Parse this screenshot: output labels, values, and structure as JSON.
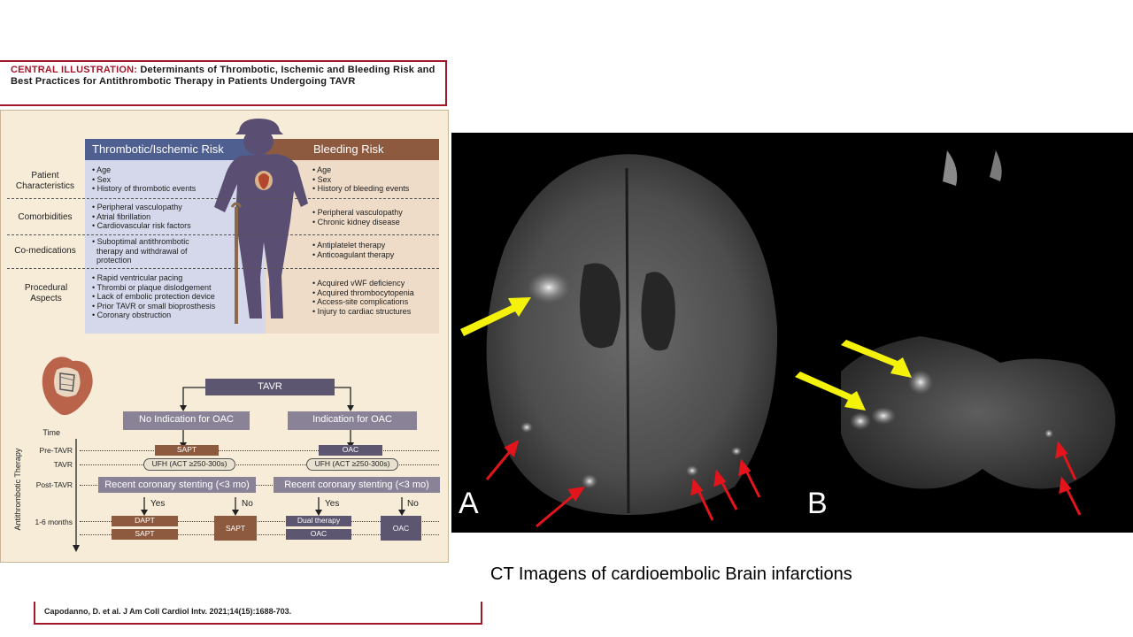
{
  "title": {
    "prefix": "CENTRAL ILLUSTRATION:",
    "text": "Determinants of Thrombotic, Ischemic and Bleeding Risk and Best Practices for Antithrombotic Therapy in Patients Undergoing TAVR"
  },
  "risk_table": {
    "header_left": "Thrombotic/Ischemic Risk",
    "header_right": "Bleeding Risk",
    "rows": [
      {
        "label": "Patient Characteristics",
        "left": [
          "• Age",
          "• Sex",
          "• History of thrombotic events"
        ],
        "right": [
          "• Age",
          "• Sex",
          "• History of bleeding events"
        ]
      },
      {
        "label": "Comorbidities",
        "left": [
          "• Peripheral vasculopathy",
          "• Atrial fibrillation",
          "• Cardiovascular risk factors"
        ],
        "right": [
          "• Peripheral vasculopathy",
          "• Chronic kidney disease"
        ]
      },
      {
        "label": "Co-medications",
        "left": [
          "• Suboptimal antithrombotic",
          "  therapy and withdrawal of",
          "  protection"
        ],
        "right": [
          "• Antiplatelet therapy",
          "• Anticoagulant therapy"
        ]
      },
      {
        "label": "Procedural Aspects",
        "left": [
          "• Rapid ventricular pacing",
          "• Thrombi or plaque dislodgement",
          "• Lack of embolic protection device",
          "• Prior TAVR or small bioprosthesis",
          "• Coronary obstruction"
        ],
        "right": [
          "• Acquired vWF deficiency",
          "• Acquired thrombocytopenia",
          "• Access-site complications",
          "• Injury to cardiac structures"
        ]
      }
    ]
  },
  "flow": {
    "tavr": "TAVR",
    "no_indication": "No Indication for OAC",
    "indication": "Indication for OAC",
    "axis_label": "Antithrombotic Therapy",
    "time_label": "Time",
    "time_rows": [
      "Pre-TAVR",
      "TAVR",
      "Post-TAVR",
      "1-6 months"
    ],
    "left_pre": "SAPT",
    "right_pre": "OAC",
    "left_tavr": "UFH (ACT ≥250-300s)",
    "right_tavr": "UFH (ACT ≥250-300s)",
    "left_post": "Recent coronary stenting (<3 mo)",
    "right_post": "Recent coronary stenting (<3 mo)",
    "yes": "Yes",
    "no": "No",
    "left_yes_1": "DAPT",
    "left_yes_2": "SAPT",
    "left_no": "SAPT",
    "right_yes_1": "Dual therapy",
    "right_yes_2": "OAC",
    "right_no": "OAC"
  },
  "ct": {
    "label_a": "A",
    "label_b": "B"
  },
  "caption": "CT Imagens of cardioembolic Brain infarctions",
  "citation": "Capodanno, D. et al. J Am Coll Cardiol Intv. 2021;14(15):1688-703.",
  "colors": {
    "brand_red": "#a3172b",
    "thrombotic_blue": "#4f5f90",
    "bleeding_brown": "#8e5a3f",
    "flow_purple": "#5d5670",
    "arrow_yellow": "#f4f20a",
    "arrow_red": "#e3141b"
  }
}
